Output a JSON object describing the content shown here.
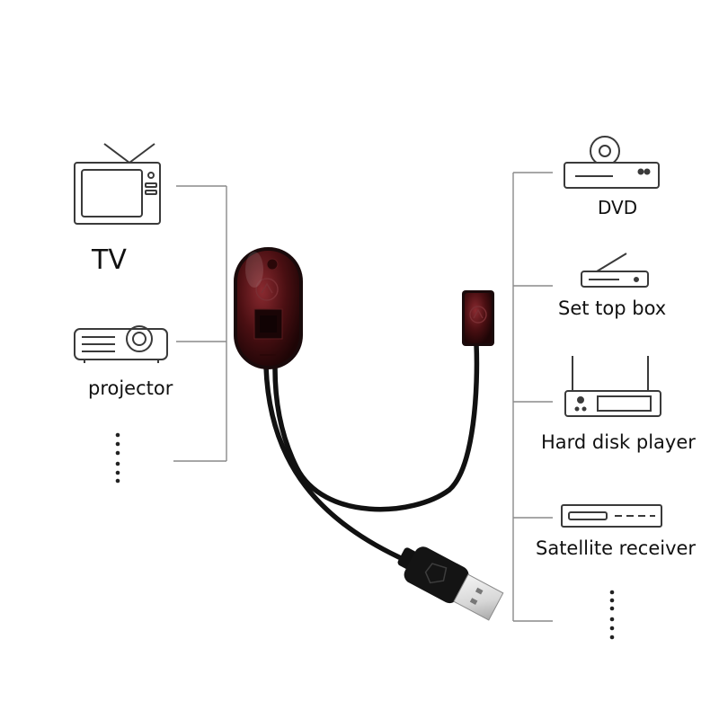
{
  "left_devices": {
    "tv": {
      "label": "TV",
      "icon": "tv-icon"
    },
    "projector": {
      "label": "projector",
      "icon": "projector-icon"
    },
    "more": {
      "icon": "vertical-ellipsis-icon"
    }
  },
  "right_devices": {
    "dvd": {
      "label": "DVD",
      "icon": "dvd-player-icon"
    },
    "set_top_box": {
      "label": "Set top box",
      "icon": "set-top-box-icon"
    },
    "hard_disk_player": {
      "label": "Hard disk player",
      "icon": "hard-disk-player-icon"
    },
    "satellite_receiver": {
      "label": "Satellite receiver",
      "icon": "satellite-receiver-icon"
    },
    "more": {
      "icon": "vertical-ellipsis-icon"
    }
  },
  "product": {
    "receiver": "ir-receiver-icon",
    "emitter": "ir-emitter-icon",
    "usb": "usb-plug-icon"
  },
  "colors": {
    "line": "#8a8a8a",
    "icon_stroke": "#3a3a3a",
    "cable": "#111111",
    "device_red": "#4a0f12"
  }
}
